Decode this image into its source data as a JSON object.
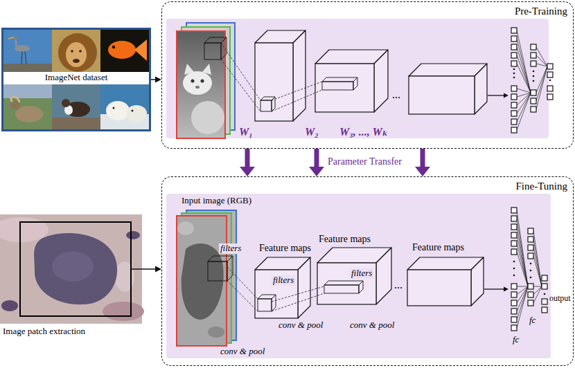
{
  "diagram": {
    "nodes": [
      {
        "text": [
          "Pre-Training"
        ]
      },
      {
        "text": [
          "ImageNet dataset"
        ]
      },
      {
        "text": [
          "Fine-Tuning"
        ]
      },
      {
        "text": [
          "Image patch extraction"
        ]
      }
    ],
    "edges": [
      {
        "from": 1,
        "to": 0,
        "arrow": "to"
      },
      {
        "from": 3,
        "to": 2,
        "arrow": "to"
      },
      {
        "from": 0,
        "to": 2,
        "arrow": "to"
      },
      {
        "from": 0,
        "to": 2,
        "label": "Parameter Transfer",
        "arrow": "to"
      },
      {
        "from": 0,
        "to": 2,
        "arrow": "to"
      }
    ],
    "labels": [
      "W₁",
      "W₂",
      "W₃, ..., Wₖ",
      "...",
      "Input image (RGB)",
      "filters",
      "Feature maps",
      "filters",
      "Feature maps",
      "filters",
      "...",
      "Feature maps",
      "conv & pool",
      "conv & pool",
      "conv & pool",
      "fc",
      "fc",
      "output"
    ]
  }
}
